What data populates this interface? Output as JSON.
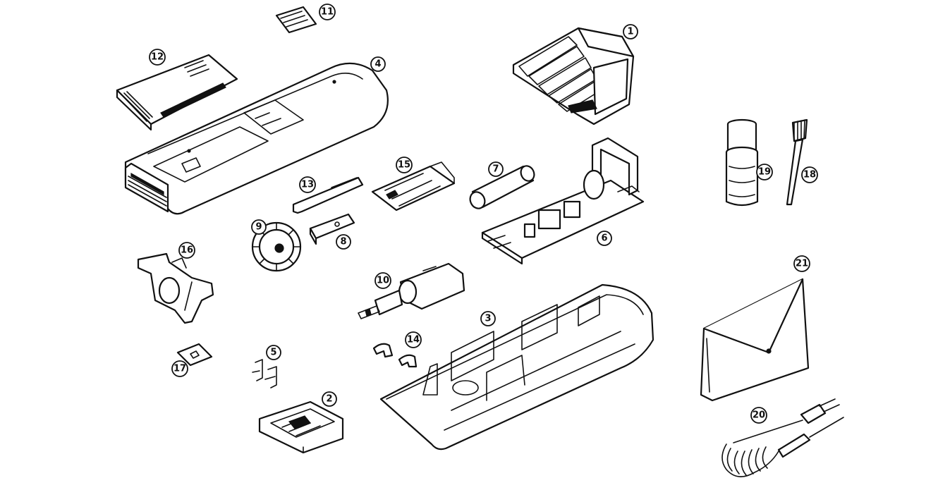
{
  "callouts": {
    "c1": "1",
    "c2": "2",
    "c3": "3",
    "c4": "4",
    "c5": "5",
    "c6": "6",
    "c7": "7",
    "c8": "8",
    "c9": "9",
    "c10": "10",
    "c11": "11",
    "c12": "12",
    "c13": "13",
    "c14": "14",
    "c15": "15",
    "c16": "16",
    "c17": "17",
    "c18": "18",
    "c19": "19",
    "c20": "20",
    "c21": "21"
  },
  "colors": {
    "ink": "#111111",
    "paper": "#ffffff"
  }
}
